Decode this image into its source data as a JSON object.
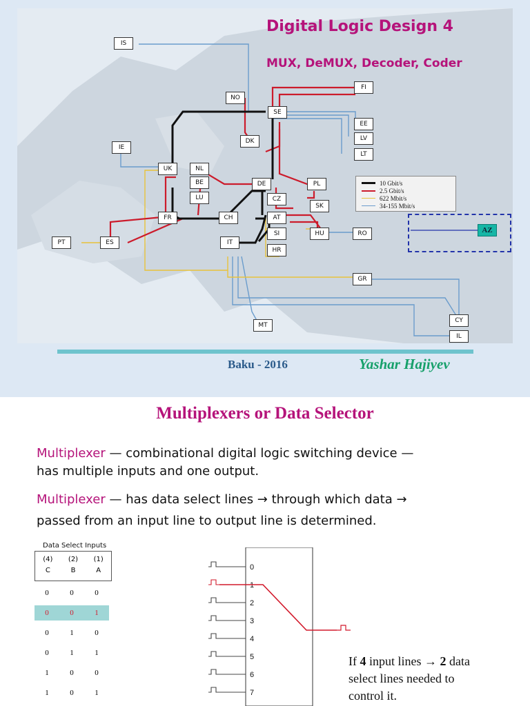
{
  "slide1": {
    "title": "Digital Logic Design 4",
    "subtitle": "MUX, DeMUX, Decoder, Coder",
    "footer_city": "Baku - 2016",
    "footer_author": "Yashar Hajiyev",
    "map": {
      "nodes": [
        "IS",
        "NO",
        "FI",
        "SE",
        "EE",
        "DK",
        "LV",
        "LT",
        "IE",
        "UK",
        "NL",
        "DE",
        "PL",
        "BE",
        "LU",
        "CZ",
        "SK",
        "FR",
        "CH",
        "AT",
        "PT",
        "ES",
        "IT",
        "SI",
        "HU",
        "RO",
        "HR",
        "GR",
        "MT",
        "CY",
        "IL",
        "AZ"
      ],
      "legend": [
        {
          "label": "10 Gbit/s",
          "color": "#111111"
        },
        {
          "label": "2.5 Gbit/s",
          "color": "#cc1b2b"
        },
        {
          "label": "622 Mbit/s",
          "color": "#e8c23a"
        },
        {
          "label": "34-155 Mbit/s",
          "color": "#6a9ccc"
        }
      ]
    }
  },
  "slide2": {
    "title": "Multiplexers or Data Selector",
    "para1_keyword": "Multiplexer",
    "para1_line1": " — combinational digital logic switching device —",
    "para1_line2": "has multiple inputs and one output.",
    "para2_keyword": "Multiplexer",
    "para2_line1": " — has data select lines → through which data →",
    "para2_line2": "passed from an input line to output line is determined.",
    "table": {
      "caption": "Data Select Inputs",
      "weights": [
        "(4)",
        "(2)",
        "(1)"
      ],
      "headers": [
        "C",
        "B",
        "A"
      ],
      "rows": [
        [
          "0",
          "0",
          "0"
        ],
        [
          "0",
          "0",
          "1"
        ],
        [
          "0",
          "1",
          "0"
        ],
        [
          "0",
          "1",
          "1"
        ],
        [
          "1",
          "0",
          "0"
        ],
        [
          "1",
          "0",
          "1"
        ]
      ],
      "highlight_row": 1
    },
    "mux": {
      "inputs": [
        "0",
        "1",
        "2",
        "3",
        "4",
        "5",
        "6",
        "7"
      ],
      "selected_input": 1
    },
    "note_line1_pre": "If ",
    "note_bold1": "4",
    "note_line1_mid": " input lines → ",
    "note_bold2": "2",
    "note_line1_post": " data",
    "note_line2": "select lines needed to",
    "note_line3": "control it.",
    "colors": {
      "accent": "#b5137a",
      "highlight": "#9fd6d6",
      "selected_line": "#d2182a"
    }
  }
}
